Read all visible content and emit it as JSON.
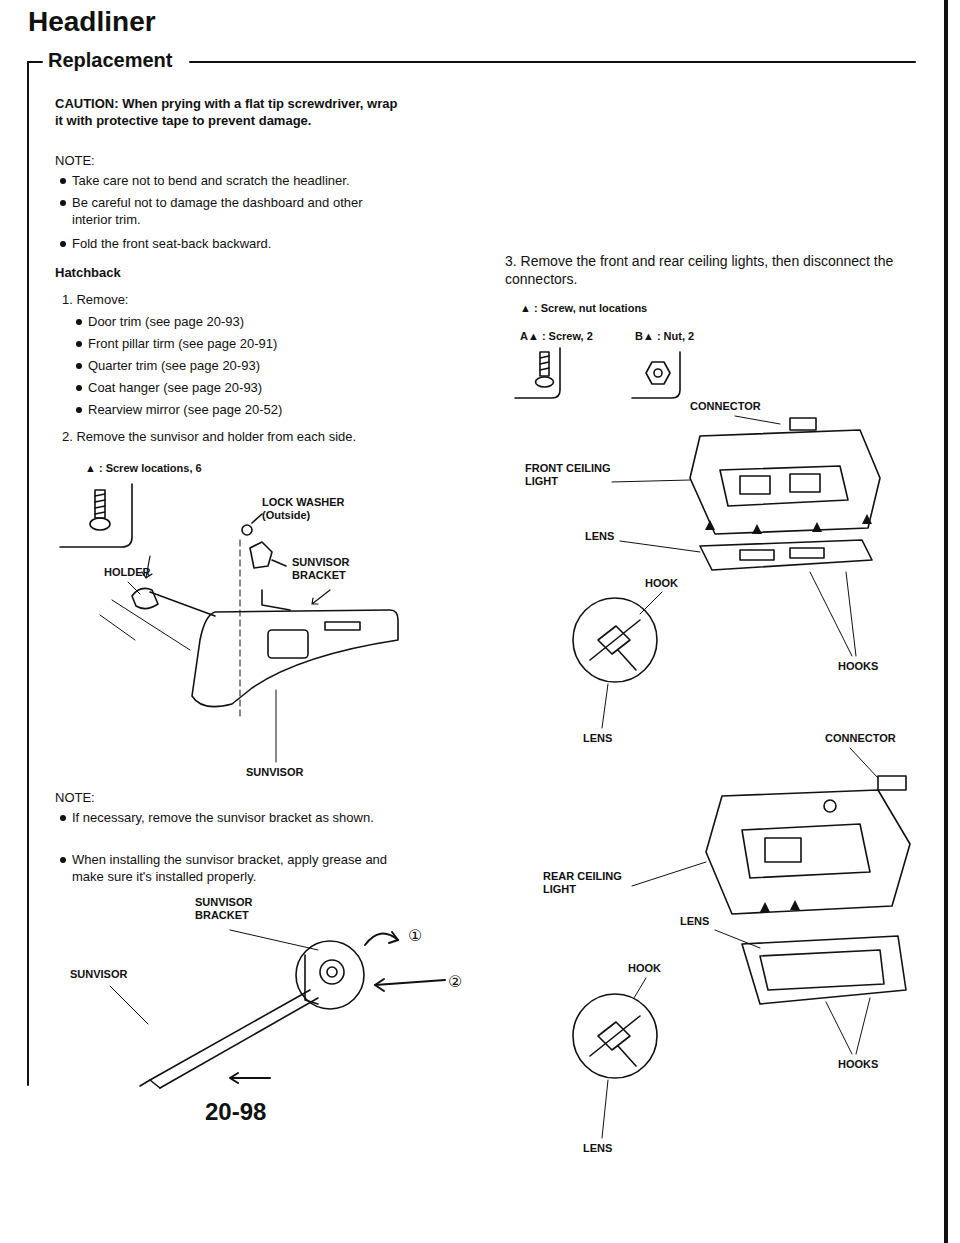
{
  "diagram": {
    "title": "Headliner",
    "labels": [
      "Replacement",
      "CAUTION: When prying with a flat tip screwdriver, wrap it with protective tape to prevent damage.",
      "NOTE:",
      "Take care not to bend and scratch the headliner.",
      "Be careful not to damage the dashboard and other interior trim.",
      "Fold the front seat-back backward.",
      "Hatchback",
      "1. Remove:",
      "Door trim (see page 20-93)",
      "Front pillar tirm (see page 20-91)",
      "Quarter trim (see page 20-93)",
      "Coat hanger (see page 20-93)",
      "Rearview mirror (see page 20-52)",
      "2. Remove the sunvisor and holder from each side.",
      "▲ : Screw locations, 6",
      "LOCK WASHER (Outside)",
      "SUNVISOR BRACKET",
      "HOLDER",
      "SUNVISOR",
      "NOTE:",
      "If necessary, remove the sunvisor bracket as shown.",
      "When installing the sunvisor bracket, apply grease and make sure it's installed properly.",
      "SUNVISOR BRACKET",
      "SUNVISOR",
      "①",
      "②",
      "20-98",
      "3. Remove the front and rear ceiling lights, then disconnect the connectors.",
      "▲ : Screw, nut locations",
      "A▲ : Screw, 2",
      "B▲ : Nut, 2",
      "CONNECTOR",
      "FRONT CEILING LIGHT",
      "LENS",
      "HOOK",
      "HOOKS",
      "LENS",
      "CONNECTOR",
      "REAR CEILING LIGHT",
      "LENS",
      "HOOK",
      "HOOKS",
      "LENS"
    ]
  }
}
